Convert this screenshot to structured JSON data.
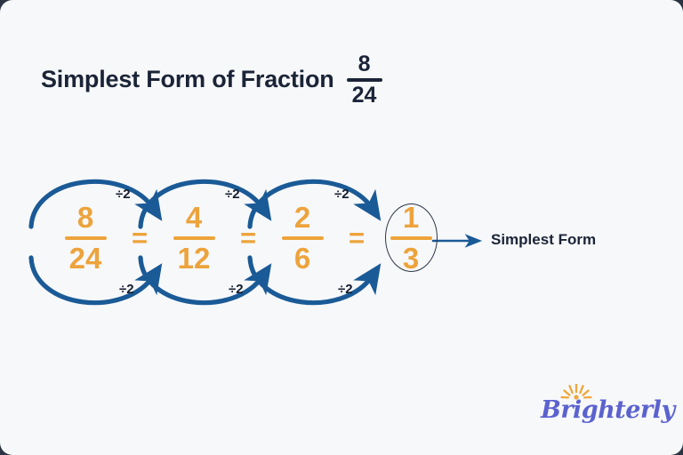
{
  "page": {
    "background_color": "#f7f8fa",
    "accent_orange": "#eda33c",
    "accent_blue": "#1a5a96",
    "text_navy": "#1b2437"
  },
  "header": {
    "title": "Simplest Form of Fraction",
    "fraction": {
      "numerator": "8",
      "denominator": "24"
    }
  },
  "diagram": {
    "type": "fraction-simplification-chain",
    "fractions": [
      {
        "numerator": "8",
        "denominator": "24",
        "circled": false
      },
      {
        "numerator": "4",
        "denominator": "12",
        "circled": false
      },
      {
        "numerator": "2",
        "denominator": "6",
        "circled": false
      },
      {
        "numerator": "1",
        "denominator": "3",
        "circled": true
      }
    ],
    "equals_signs": [
      "=",
      "=",
      "="
    ],
    "operation_labels_top": [
      "÷2",
      "÷2",
      "÷2"
    ],
    "operation_labels_bottom": [
      "÷2",
      "÷2",
      "÷2"
    ],
    "result_label": "Simplest Form"
  },
  "logo": {
    "name": "Brighterly",
    "text_color": "#5b62cf",
    "sunburst_color": "#f0a63a"
  }
}
